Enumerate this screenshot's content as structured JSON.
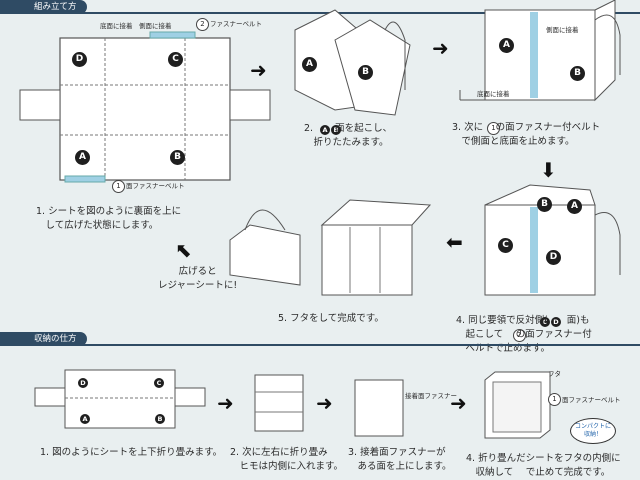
{
  "section1_title": "組み立て方",
  "section2_title": "収納の仕方",
  "badges": {
    "a": "A",
    "b": "B",
    "c": "C",
    "d": "D"
  },
  "labels": {
    "bottom_side_attach": "底面に接着　側面に接着",
    "zipper_belt_2": "ファスナーベルト",
    "zipper_belt_1": "面ファスナーベルト",
    "bottom_attach": "底面に接着",
    "side_attach": "側面に接着",
    "lid": "フタ",
    "attach_face_zipper": "接着面ファスナー",
    "zipper_belt_lid": "面ファスナーベルト",
    "compact": "コンパクトに収納！"
  },
  "circled_numbers": {
    "one": "1",
    "two": "2"
  },
  "steps": {
    "s1": "1. シートを図のように裏面を上に\n　して広げた状態にします。",
    "s2": "2. 　　面を起こし、\n　折りたたみます。",
    "s3": "3. 次に　 の面ファスナー付ベルト\n　で側面と底面を止めます。",
    "s4": "4. 同じ要領で反対側(　　面)も\n　起こして　 の面ファスナー付\n　ベルトで止めます。",
    "s5": "5. フタをして完成です。",
    "leisure": "広げると\nレジャーシートに!"
  },
  "storage_steps": {
    "s1": "1. 図のようにシートを上下折り畳みます。",
    "s2": "2. 次に左右に折り畳み\n　ヒモは内側に入れます。",
    "s3": "3. 接着面ファスナーが\n　ある面を上にします。",
    "s4": "4. 折り畳んだシートをフタの内側に\n　収納して　 で止めて完成です。"
  }
}
